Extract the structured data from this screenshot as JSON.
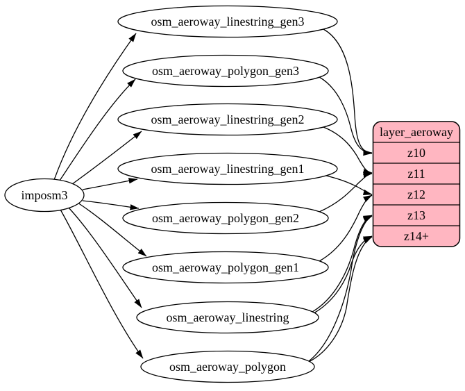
{
  "diagram": {
    "source": {
      "label": "imposm3"
    },
    "tables": [
      {
        "label": "osm_aeroway_linestring_gen3"
      },
      {
        "label": "osm_aeroway_polygon_gen3"
      },
      {
        "label": "osm_aeroway_linestring_gen2"
      },
      {
        "label": "osm_aeroway_linestring_gen1"
      },
      {
        "label": "osm_aeroway_polygon_gen2"
      },
      {
        "label": "osm_aeroway_polygon_gen1"
      },
      {
        "label": "osm_aeroway_linestring"
      },
      {
        "label": "osm_aeroway_polygon"
      }
    ],
    "layer": {
      "header": "layer_aeroway",
      "rows": [
        {
          "label": "z10"
        },
        {
          "label": "z11"
        },
        {
          "label": "z12"
        },
        {
          "label": "z13"
        },
        {
          "label": "z14+"
        }
      ],
      "fill_color": "#ffb6c1",
      "border_color": "#000000"
    },
    "edges": [
      {
        "from": "imposm3",
        "to": "osm_aeroway_linestring_gen3"
      },
      {
        "from": "imposm3",
        "to": "osm_aeroway_polygon_gen3"
      },
      {
        "from": "imposm3",
        "to": "osm_aeroway_linestring_gen2"
      },
      {
        "from": "imposm3",
        "to": "osm_aeroway_linestring_gen1"
      },
      {
        "from": "imposm3",
        "to": "osm_aeroway_polygon_gen2"
      },
      {
        "from": "imposm3",
        "to": "osm_aeroway_polygon_gen1"
      },
      {
        "from": "imposm3",
        "to": "osm_aeroway_linestring"
      },
      {
        "from": "imposm3",
        "to": "osm_aeroway_polygon"
      },
      {
        "from": "osm_aeroway_linestring_gen3",
        "to": "layer_aeroway:z10"
      },
      {
        "from": "osm_aeroway_polygon_gen3",
        "to": "layer_aeroway:z10"
      },
      {
        "from": "osm_aeroway_linestring_gen2",
        "to": "layer_aeroway:z11"
      },
      {
        "from": "osm_aeroway_polygon_gen2",
        "to": "layer_aeroway:z11"
      },
      {
        "from": "osm_aeroway_linestring_gen1",
        "to": "layer_aeroway:z12"
      },
      {
        "from": "osm_aeroway_polygon_gen1",
        "to": "layer_aeroway:z12"
      },
      {
        "from": "osm_aeroway_linestring",
        "to": "layer_aeroway:z13"
      },
      {
        "from": "osm_aeroway_linestring",
        "to": "layer_aeroway:z14+"
      },
      {
        "from": "osm_aeroway_polygon",
        "to": "layer_aeroway:z13"
      },
      {
        "from": "osm_aeroway_polygon",
        "to": "layer_aeroway:z14+"
      }
    ]
  }
}
